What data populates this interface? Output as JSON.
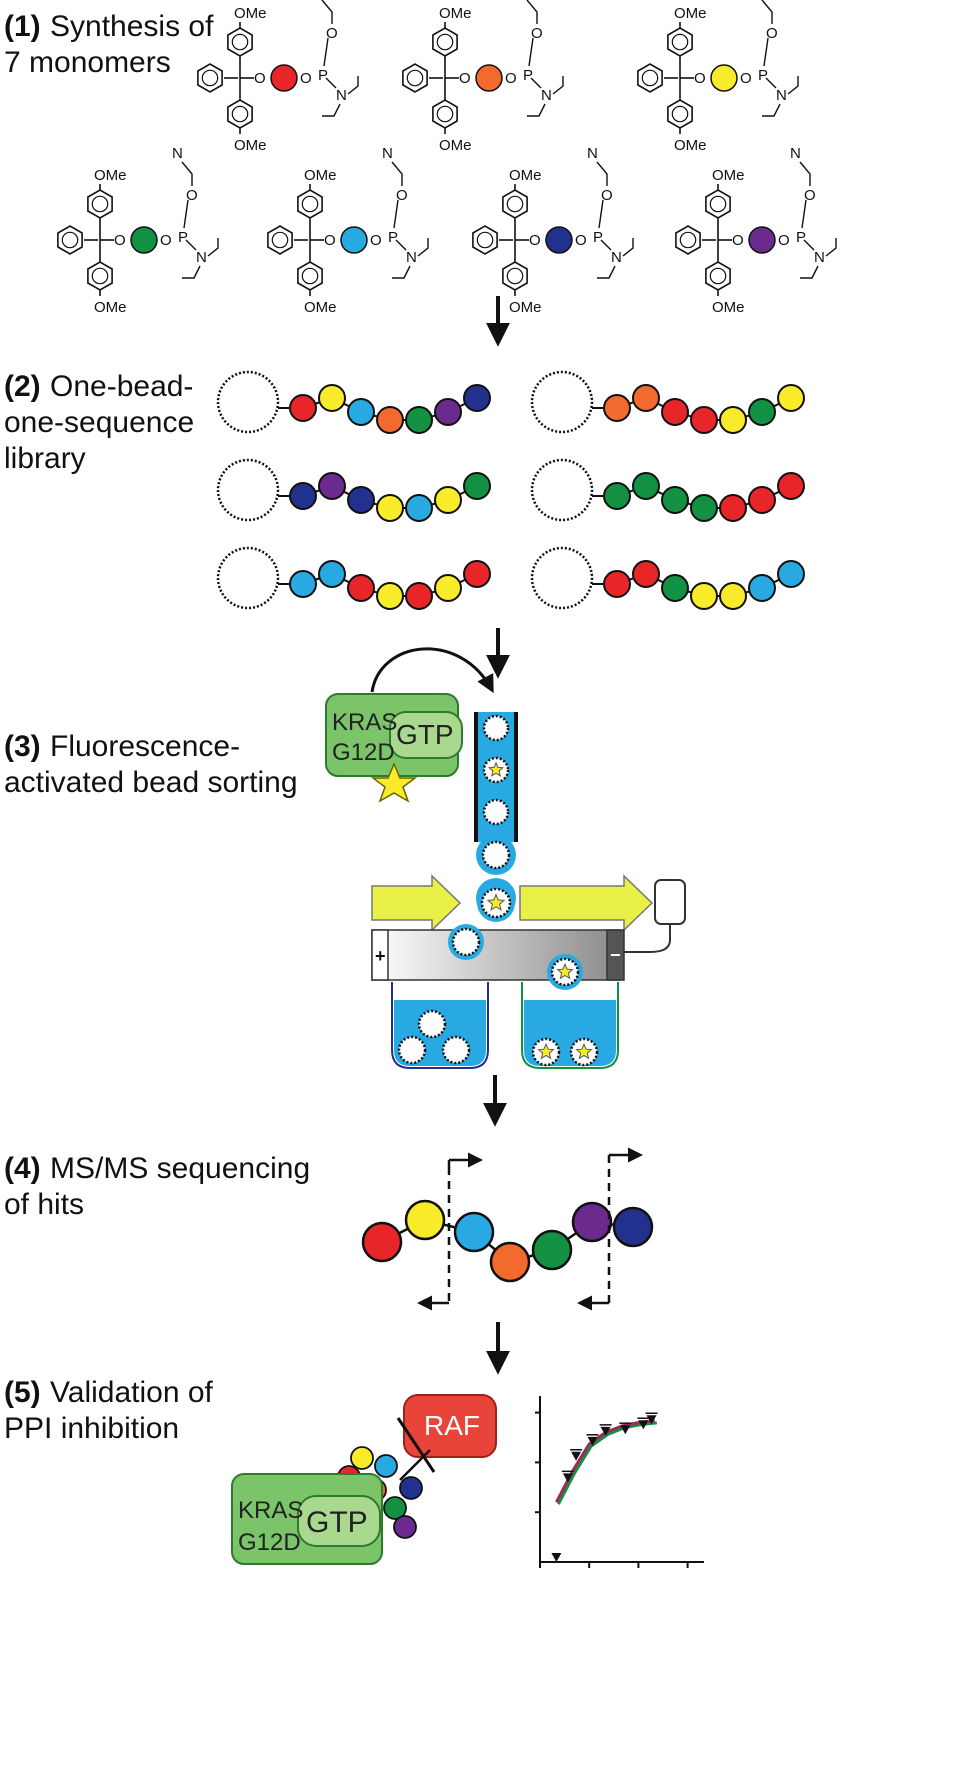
{
  "steps": [
    {
      "num": "(1)",
      "line1": "Synthesis of",
      "line2": "7 monomers"
    },
    {
      "num": "(2)",
      "line1": "One-bead-",
      "line2": "one-sequence",
      "line3": "library"
    },
    {
      "num": "(3)",
      "line1": "Fluorescence-",
      "line2": "activated bead sorting"
    },
    {
      "num": "(4)",
      "line1": "MS/MS sequencing",
      "line2": "of hits"
    },
    {
      "num": "(5)",
      "line1": "Validation of",
      "line2": "PPI inhibition"
    }
  ],
  "chem_labels": {
    "ome": "OMe",
    "o": "O",
    "p": "P",
    "n": "N",
    "nitrile": "N"
  },
  "protein": {
    "kras": "KRAS",
    "mutant": "G12D",
    "gtp": "GTP",
    "raf": "RAF"
  },
  "electrodes": {
    "plus": "+",
    "minus": "−"
  },
  "colors": {
    "red": "#e8262a",
    "orange": "#f26a2d",
    "yellow": "#f8eb2a",
    "green": "#129142",
    "cyan": "#28a9e1",
    "navy": "#23318e",
    "purple": "#6b2a8e",
    "kras_green": "#7cc46a",
    "raf_red": "#e8443a",
    "fluid_blue": "#2aaae1",
    "laser_yellow": "#e9f146"
  },
  "icons": [
    "trityl-icon",
    "phosphoramidite-icon",
    "bead-icon",
    "star-icon",
    "arrow-icon",
    "detector-icon"
  ],
  "monomers": [
    "red",
    "orange",
    "yellow",
    "green",
    "cyan",
    "navy",
    "purple"
  ],
  "library": [
    [
      "red",
      "yellow",
      "cyan",
      "orange",
      "green",
      "purple",
      "navy"
    ],
    [
      "orange",
      "orange",
      "red",
      "red",
      "yellow",
      "green",
      "yellow"
    ],
    [
      "navy",
      "purple",
      "navy",
      "yellow",
      "cyan",
      "yellow",
      "green"
    ],
    [
      "green",
      "green",
      "green",
      "green",
      "red",
      "red",
      "red"
    ],
    [
      "cyan",
      "cyan",
      "red",
      "yellow",
      "red",
      "yellow",
      "red"
    ],
    [
      "red",
      "red",
      "green",
      "yellow",
      "yellow",
      "cyan",
      "cyan"
    ]
  ],
  "hit_sequence": [
    "red",
    "yellow",
    "cyan",
    "orange",
    "green",
    "purple",
    "navy"
  ],
  "ligand_cluster": [
    "yellow",
    "cyan",
    "red",
    "orange",
    "green",
    "navy",
    "purple"
  ],
  "chart_data": {
    "type": "scatter",
    "title": "",
    "xlabel": "",
    "ylabel": "",
    "xlim": [
      0,
      10
    ],
    "ylim": [
      0,
      10
    ],
    "x_tick_labels": [],
    "y_tick_labels": [],
    "series": [
      {
        "marker": "triangle-down",
        "x": [
          1.0,
          1.7,
          2.2,
          3.2,
          4.0,
          5.2,
          6.3,
          6.8
        ],
        "y": [
          0.3,
          5.1,
          6.4,
          7.3,
          7.9,
          8.0,
          8.3,
          8.6
        ]
      },
      {
        "marker": "line",
        "x": [
          1.0,
          2.0,
          3.0,
          4.0,
          5.0,
          6.0,
          7.0
        ],
        "y": [
          3.6,
          5.5,
          7.1,
          7.8,
          8.2,
          8.4,
          8.5
        ]
      }
    ]
  }
}
